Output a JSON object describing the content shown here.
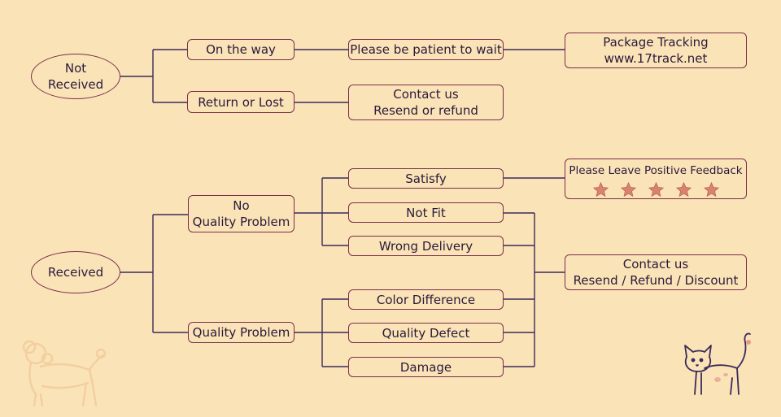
{
  "colors": {
    "background": "#fbe3b8",
    "line": "#3a2a5a",
    "box_border": "#7a2e4a",
    "star": "#d9826e"
  },
  "not_received": {
    "root": [
      "Not",
      "Received"
    ],
    "on_the_way": "On the way",
    "wait": "Please be patient to wait",
    "tracking": [
      "Package Tracking",
      "www.17track.net"
    ],
    "return_or_lost": "Return or Lost",
    "contact": [
      "Contact us",
      "Resend or refund"
    ]
  },
  "received": {
    "root": "Received",
    "no_quality_problem": [
      "No",
      "Quality Problem"
    ],
    "satisfy": "Satisfy",
    "feedback": "Please Leave Positive Feedback",
    "feedback_stars": 5,
    "not_fit": "Not Fit",
    "wrong_delivery": "Wrong Delivery",
    "quality_problem": "Quality Problem",
    "color_difference": "Color Difference",
    "quality_defect": "Quality Defect",
    "damage": "Damage",
    "contact": [
      "Contact us",
      "Resend / Refund / Discount"
    ]
  },
  "decorations": [
    "dog-icon",
    "cat-icon"
  ]
}
